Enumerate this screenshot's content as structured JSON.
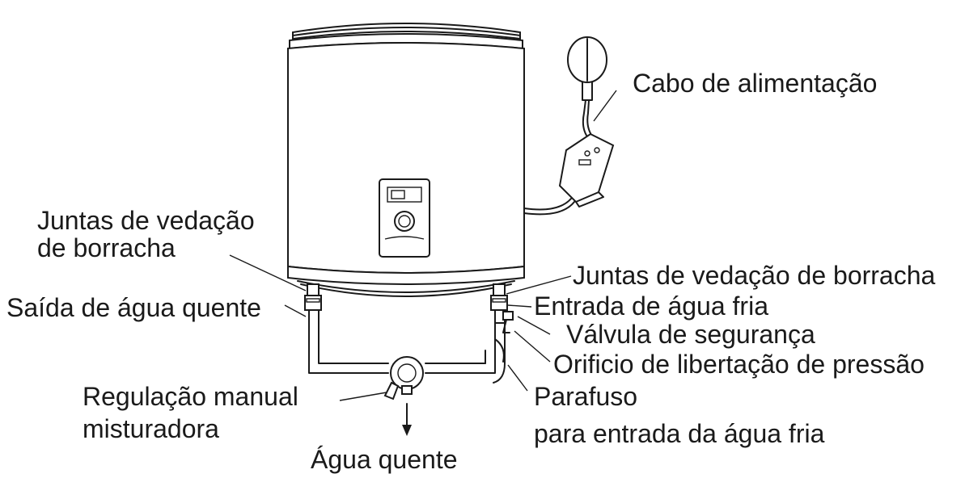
{
  "labels": {
    "power_cable": "Cabo de alimentação",
    "rubber_seals_left_line1": "Juntas de vedação",
    "rubber_seals_left_line2": "de borracha",
    "rubber_seals_right": "Juntas de vedação de borracha",
    "hot_water_outlet": "Saída de água quente",
    "cold_water_inlet": "Entrada  de água fria",
    "safety_valve": "Válvula de segurança",
    "pressure_release_hole": "Orificio de libertação de pressão",
    "manual_mixer_line1": "Regulação manual",
    "manual_mixer_line2": "misturadora",
    "screw_line1": "Parafuso",
    "screw_line2": "para entrada da água fria",
    "hot_water": "Água quente"
  },
  "colors": {
    "line": "#1a1a1a",
    "background": "#ffffff"
  }
}
